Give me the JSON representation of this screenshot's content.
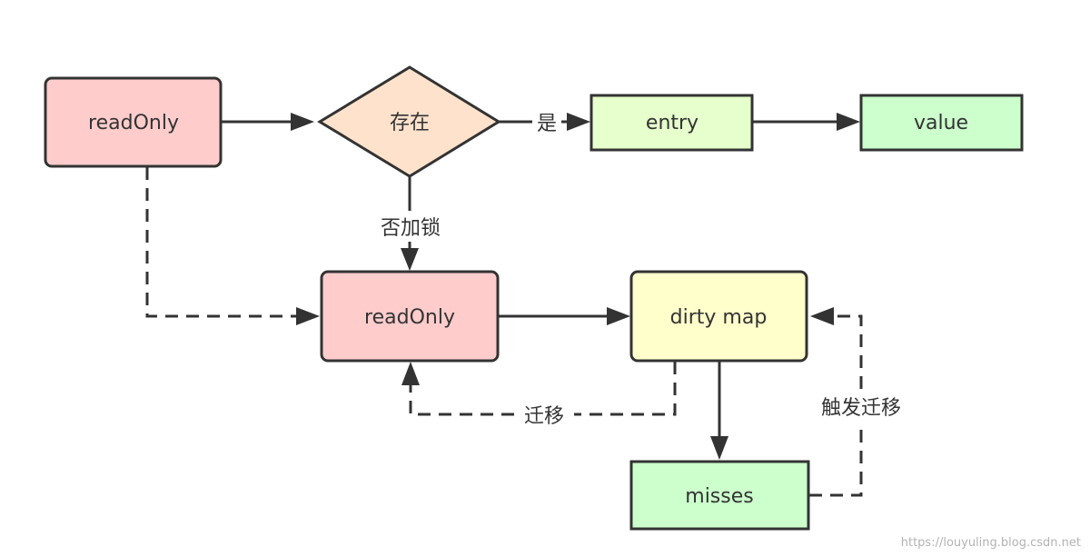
{
  "nodes": {
    "readonly_top": {
      "label": "readOnly",
      "fill": "#ffcccc"
    },
    "exists": {
      "label": "存在",
      "fill": "#ffe2cc"
    },
    "entry": {
      "label": "entry",
      "fill": "#e6ffcc"
    },
    "value": {
      "label": "value",
      "fill": "#ccffcc"
    },
    "readonly_mid": {
      "label": "readOnly",
      "fill": "#ffcccc"
    },
    "dirty_map": {
      "label": "dirty map",
      "fill": "#ffffcc"
    },
    "misses": {
      "label": "misses",
      "fill": "#ccffcc"
    }
  },
  "edges": {
    "yes_label": "是",
    "no_lock_label": "否加锁",
    "migrate_label": "迁移",
    "trigger_migrate_label": "触发迁移"
  },
  "watermark": "https://louyuling.blog.csdn.net",
  "colors": {
    "stroke": "#333333",
    "text": "#333333"
  }
}
